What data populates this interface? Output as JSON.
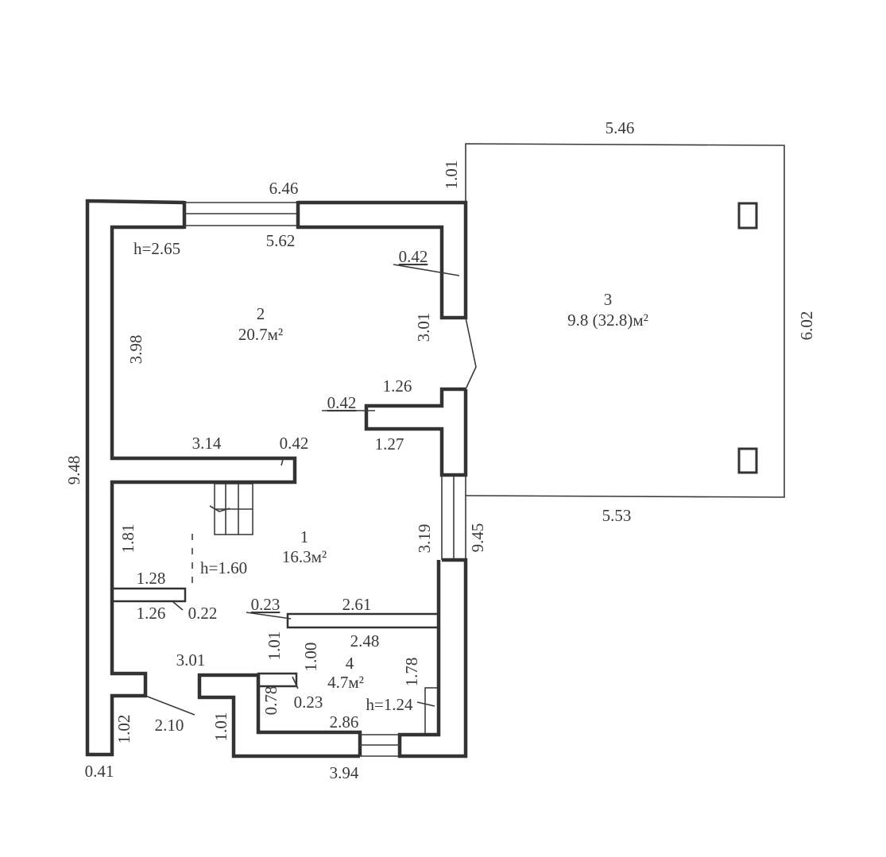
{
  "plan": {
    "rooms": [
      {
        "number": "2",
        "area": "20.7м²",
        "height": "h=2.65"
      },
      {
        "number": "1",
        "area": "16.3м²",
        "height": "h=1.60"
      },
      {
        "number": "3",
        "area": "9.8 (32.8)м²"
      },
      {
        "number": "4",
        "area": "4.7м²",
        "height": "h=1.24"
      }
    ],
    "dimensions": {
      "top_outer": "6.46",
      "top_inner": "5.62",
      "terrace_top": "5.46",
      "terrace_offset": "1.01",
      "terrace_right": "6.02",
      "terrace_bottom": "5.53",
      "right_wall_thick_top": "0.42",
      "right_wall_len": "3.01",
      "partition_thick": "0.42",
      "partition_top": "1.26",
      "partition_bottom": "1.27",
      "room2_left": "3.98",
      "room2_bottom": "3.14",
      "room2_partition": "0.42",
      "overall_left": "9.48",
      "overall_right": "9.45",
      "room1_window": "3.19",
      "room1_left": "1.81",
      "stub_top": "1.28",
      "stub_bottom": "1.26",
      "stub_thick": "0.22",
      "wc_partition_thick": "0.23",
      "wc_top": "2.61",
      "wc_inner_top": "2.48",
      "wc_left_a": "1.01",
      "wc_left_b": "1.00",
      "wc_stub_thick": "0.23",
      "wc_right": "1.78",
      "wc_stub_height": "0.78",
      "wc_bottom": "2.86",
      "entry_top": "3.01",
      "entry_door": "2.10",
      "entry_left": "1.01",
      "left_lower": "1.02",
      "wall_thick": "0.41",
      "bottom_outer": "3.94"
    }
  }
}
